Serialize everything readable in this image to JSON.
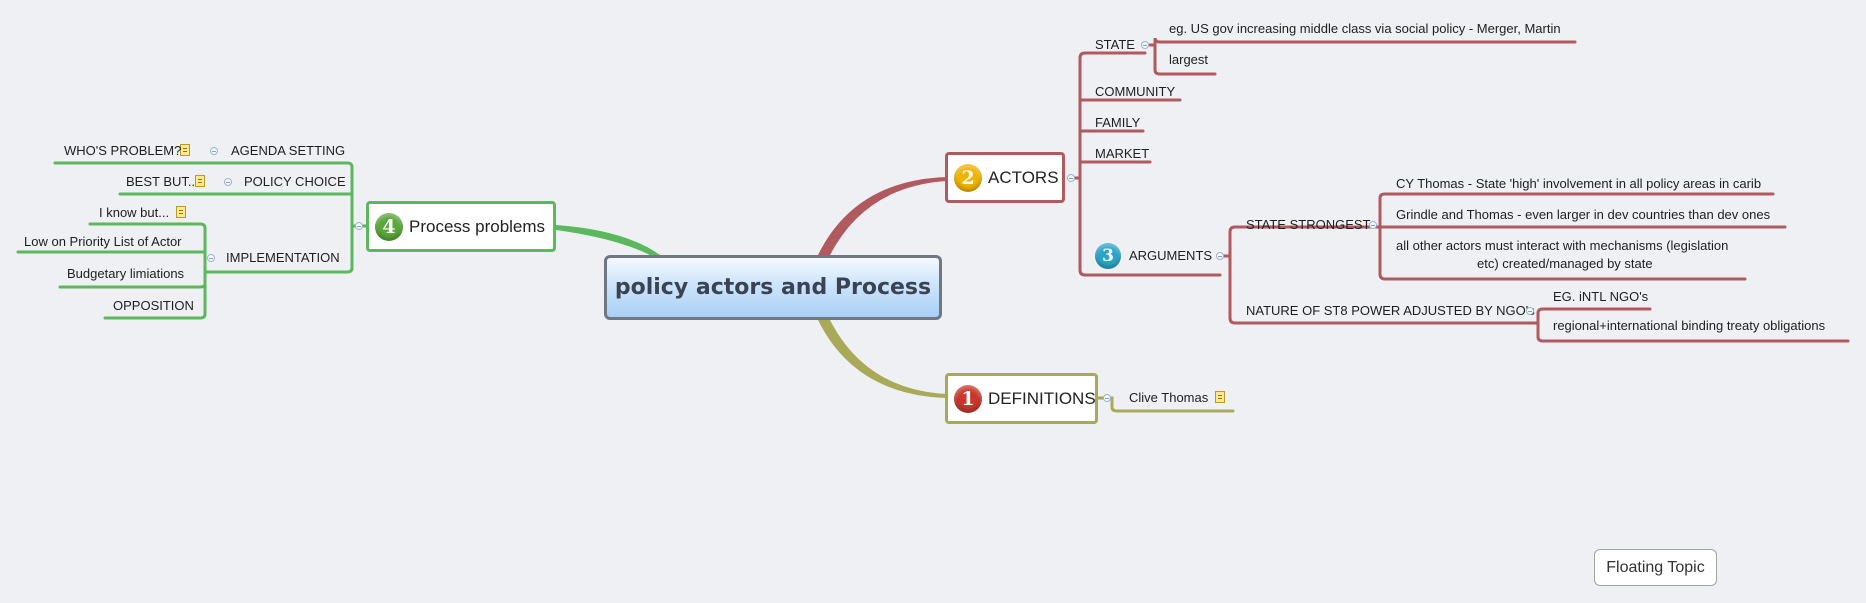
{
  "central": "policy actors and Process",
  "floating": "Floating Topic",
  "definitions": {
    "num": "1",
    "label": "DEFINITIONS",
    "child": "Clive Thomas"
  },
  "actors": {
    "num": "2",
    "label": "ACTORS",
    "state": "STATE",
    "state_children": [
      "eg. US gov increasing middle class via social policy - Merger, Martin",
      "largest"
    ],
    "community": "COMMUNITY",
    "family": "FAMILY",
    "market": "MARKET",
    "arguments": {
      "num": "3",
      "label": "ARGUMENTS",
      "strongest": "STATE STRONGEST",
      "strongest_children": [
        "CY Thomas - State 'high' involvement in all policy areas in carib",
        "Grindle and Thomas - even larger in dev countries than dev ones",
        "all other actors must interact with mechanisms (legislation",
        "etc) created/managed by state"
      ],
      "nature": "NATURE OF ST8 POWER ADJUSTED BY NGO's",
      "nature_children": [
        "EG. iNTL NGO's",
        "regional+international binding treaty obligations"
      ]
    }
  },
  "process": {
    "num": "4",
    "label": "Process problems",
    "agenda": "AGENDA SETTING",
    "agenda_child": "WHO'S PROBLEM?",
    "policy": "POLICY CHOICE",
    "policy_child": "BEST BUT..",
    "implementation": "IMPLEMENTATION",
    "impl_children": [
      "I know but...",
      "Low on Priority List of Actor",
      "Budgetary limiations",
      "OPPOSITION"
    ]
  },
  "colors": {
    "actors": "#b05a5f",
    "definitions": "#a9aa58",
    "process": "#5cb85c"
  }
}
